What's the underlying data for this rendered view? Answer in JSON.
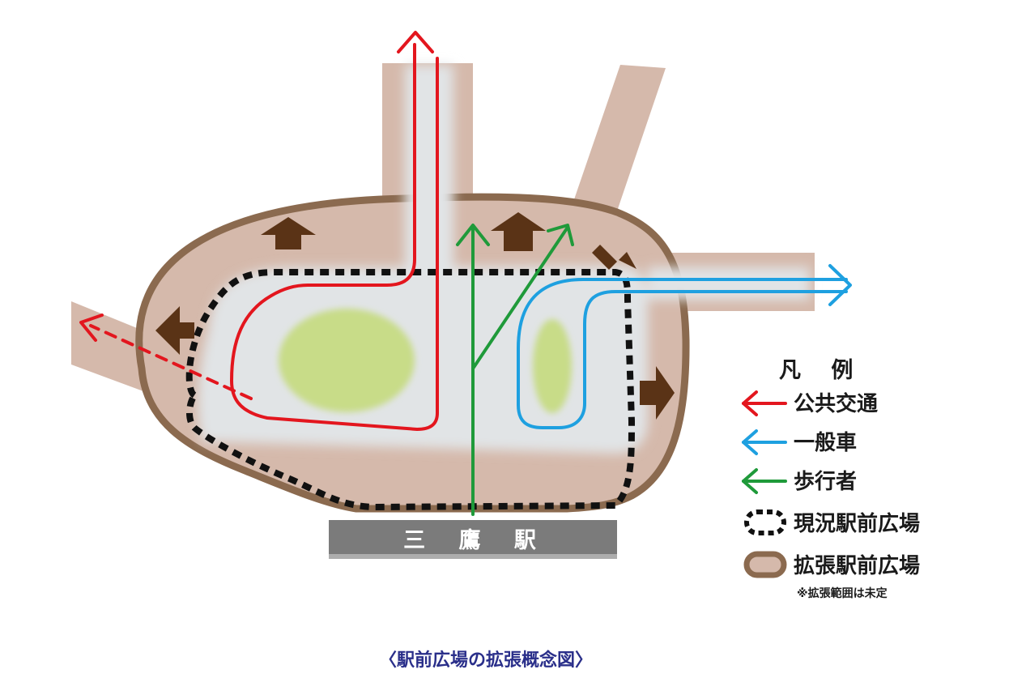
{
  "station": {
    "name": "三 鷹 駅"
  },
  "legend": {
    "title": "凡 例",
    "items": [
      {
        "label": "公共交通",
        "color": "#e3161e"
      },
      {
        "label": "一般車",
        "color": "#1ea0e0"
      },
      {
        "label": "歩行者",
        "color": "#1f9a3a"
      },
      {
        "label": "現況駅前広場",
        "color": "#111111"
      },
      {
        "label": "拡張駅前広場",
        "color": "#8b6a4f"
      }
    ],
    "note": "※拡張範囲は未定"
  },
  "caption": "〈駅前広場の拡張概念図〉",
  "colors": {
    "road": "#d5b9ab",
    "plaza_area": "#e1e4e6",
    "green_island": "#c8dc88",
    "expansion_outline": "#8b6a4f",
    "expansion_arrow": "#5a3316",
    "station_bar": "#7b7b7b",
    "public_transit": "#e3161e",
    "general_vehicle": "#1ea0e0",
    "pedestrian": "#1f9a3a"
  }
}
